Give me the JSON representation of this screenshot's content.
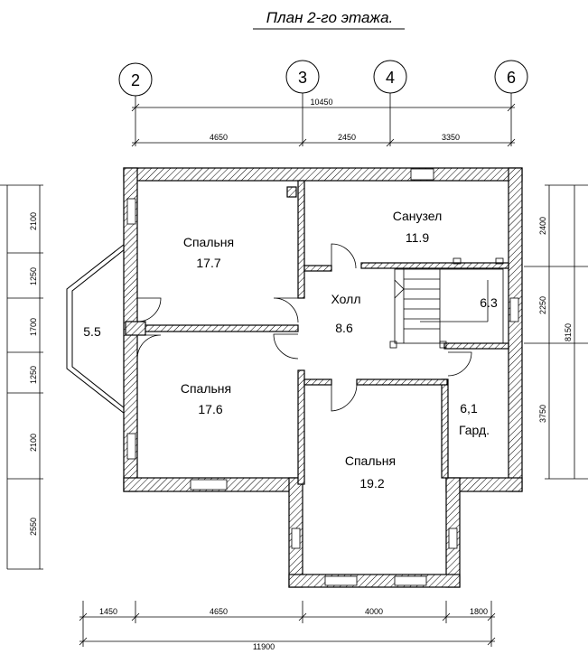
{
  "title": "План 2-го этажа.",
  "axes": [
    "2",
    "3",
    "4",
    "6"
  ],
  "top_dimensions": {
    "overall": "10450",
    "segments": [
      "4650",
      "2450",
      "3350"
    ]
  },
  "bottom_dimensions": {
    "overall": "11900",
    "segments": [
      "1450",
      "4650",
      "4000",
      "1800"
    ]
  },
  "left_dimensions": [
    "2100",
    "1250",
    "1700",
    "1250",
    "2100",
    "2550"
  ],
  "right_dimensions": {
    "segments": [
      "2400",
      "2250",
      "3750"
    ],
    "overall": "8150"
  },
  "rooms": [
    {
      "name": "Спальня",
      "area": "17.7"
    },
    {
      "name": "Санузел",
      "area": "11.9"
    },
    {
      "name": "Холл",
      "area": "8.6"
    },
    {
      "name": "",
      "area": "6.3"
    },
    {
      "name": "",
      "area": "5.5"
    },
    {
      "name": "Спальня",
      "area": "17.6"
    },
    {
      "name": "Гард.",
      "area": "6,1"
    },
    {
      "name": "Спальня",
      "area": "19.2"
    }
  ]
}
